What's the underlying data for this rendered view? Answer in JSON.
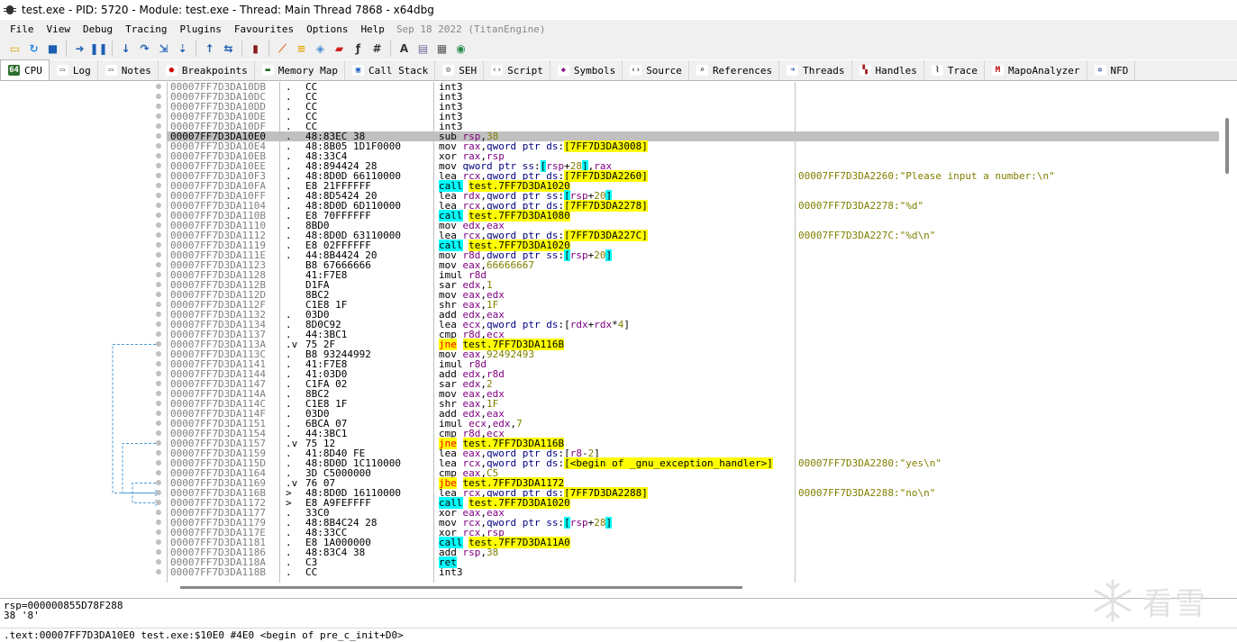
{
  "window": {
    "title": "test.exe - PID: 5720 - Module: test.exe - Thread: Main Thread 7868 - x64dbg"
  },
  "menu": {
    "items": [
      "File",
      "View",
      "Debug",
      "Tracing",
      "Plugins",
      "Favourites",
      "Options",
      "Help"
    ],
    "version": "Sep 18 2022 (TitanEngine)"
  },
  "toolbar": {
    "icons": [
      "open-icon",
      "restart-icon",
      "stop-icon",
      "run-icon",
      "pause-icon",
      "step-into-icon",
      "step-over-icon",
      "trace-into-icon",
      "trace-over-icon",
      "execute-till-return-icon",
      "run-to-user-code-icon",
      "scylla-icon",
      "patch-icon",
      "comment-icon",
      "label-icon",
      "bookmark-icon",
      "function-icon",
      "hash-icon",
      "font-icon",
      "module-icon",
      "calculator-icon",
      "web-icon"
    ]
  },
  "tabs": [
    {
      "label": "CPU",
      "icon": "cpu-icon"
    },
    {
      "label": "Log",
      "icon": "log-icon"
    },
    {
      "label": "Notes",
      "icon": "notes-icon"
    },
    {
      "label": "Breakpoints",
      "icon": "breakpoint-icon"
    },
    {
      "label": "Memory Map",
      "icon": "memory-map-icon"
    },
    {
      "label": "Call Stack",
      "icon": "call-stack-icon"
    },
    {
      "label": "SEH",
      "icon": "seh-icon"
    },
    {
      "label": "Script",
      "icon": "script-icon"
    },
    {
      "label": "Symbols",
      "icon": "symbols-icon"
    },
    {
      "label": "Source",
      "icon": "source-icon"
    },
    {
      "label": "References",
      "icon": "references-icon"
    },
    {
      "label": "Threads",
      "icon": "threads-icon"
    },
    {
      "label": "Handles",
      "icon": "handles-icon"
    },
    {
      "label": "Trace",
      "icon": "trace-icon"
    },
    {
      "label": "MapoAnalyzer",
      "icon": "mapo-icon"
    },
    {
      "label": "NFD",
      "icon": "nfd-icon"
    }
  ],
  "disasm": [
    {
      "a": "00007FF7D3DA10DB",
      "m": ".",
      "b": "CC",
      "i": "int3"
    },
    {
      "a": "00007FF7D3DA10DC",
      "m": ".",
      "b": "CC",
      "i": "int3"
    },
    {
      "a": "00007FF7D3DA10DD",
      "m": ".",
      "b": "CC",
      "i": "int3"
    },
    {
      "a": "00007FF7D3DA10DE",
      "m": ".",
      "b": "CC",
      "i": "int3"
    },
    {
      "a": "00007FF7D3DA10DF",
      "m": ".",
      "b": "CC",
      "i": "int3"
    },
    {
      "a": "00007FF7D3DA10E0",
      "m": ".",
      "b": "48:83EC 38",
      "i": "sub rsp,38",
      "sel": true
    },
    {
      "a": "00007FF7D3DA10E4",
      "m": ".",
      "b": "48:8B05 1D1F0000",
      "i": "mov rax,qword ptr ds:[7FF7D3DA3008]"
    },
    {
      "a": "00007FF7D3DA10EB",
      "m": ".",
      "b": "48:33C4",
      "i": "xor rax,rsp"
    },
    {
      "a": "00007FF7D3DA10EE",
      "m": ".",
      "b": "48:894424 28",
      "i": "mov qword ptr ss:[rsp+28],rax"
    },
    {
      "a": "00007FF7D3DA10F3",
      "m": ".",
      "b": "48:8D0D 66110000",
      "i": "lea rcx,qword ptr ds:[7FF7D3DA2260]",
      "c": "00007FF7D3DA2260:\"Please input a number:\\n\""
    },
    {
      "a": "00007FF7D3DA10FA",
      "m": ".",
      "b": "E8 21FFFFFF",
      "i": "call test.7FF7D3DA1020"
    },
    {
      "a": "00007FF7D3DA10FF",
      "m": ".",
      "b": "48:8D5424 20",
      "i": "lea rdx,qword ptr ss:[rsp+20]"
    },
    {
      "a": "00007FF7D3DA1104",
      "m": ".",
      "b": "48:8D0D 6D110000",
      "i": "lea rcx,qword ptr ds:[7FF7D3DA2278]",
      "c": "00007FF7D3DA2278:\"%d\""
    },
    {
      "a": "00007FF7D3DA110B",
      "m": ".",
      "b": "E8 70FFFFFF",
      "i": "call test.7FF7D3DA1080"
    },
    {
      "a": "00007FF7D3DA1110",
      "m": ".",
      "b": "8BD0",
      "i": "mov edx,eax"
    },
    {
      "a": "00007FF7D3DA1112",
      "m": ".",
      "b": "48:8D0D 63110000",
      "i": "lea rcx,qword ptr ds:[7FF7D3DA227C]",
      "c": "00007FF7D3DA227C:\"%d\\n\""
    },
    {
      "a": "00007FF7D3DA1119",
      "m": ".",
      "b": "E8 02FFFFFF",
      "i": "call test.7FF7D3DA1020"
    },
    {
      "a": "00007FF7D3DA111E",
      "m": ".",
      "b": "44:8B4424 20",
      "i": "mov r8d,dword ptr ss:[rsp+20]"
    },
    {
      "a": "00007FF7D3DA1123",
      "m": "",
      "b": "B8 67666666",
      "i": "mov eax,66666667"
    },
    {
      "a": "00007FF7D3DA1128",
      "m": "",
      "b": "41:F7E8",
      "i": "imul r8d"
    },
    {
      "a": "00007FF7D3DA112B",
      "m": "",
      "b": "D1FA",
      "i": "sar edx,1"
    },
    {
      "a": "00007FF7D3DA112D",
      "m": "",
      "b": "8BC2",
      "i": "mov eax,edx"
    },
    {
      "a": "00007FF7D3DA112F",
      "m": "",
      "b": "C1E8 1F",
      "i": "shr eax,1F"
    },
    {
      "a": "00007FF7D3DA1132",
      "m": ".",
      "b": "03D0",
      "i": "add edx,eax"
    },
    {
      "a": "00007FF7D3DA1134",
      "m": ".",
      "b": "8D0C92",
      "i": "lea ecx,qword ptr ds:[rdx+rdx*4]"
    },
    {
      "a": "00007FF7D3DA1137",
      "m": ".",
      "b": "44:3BC1",
      "i": "cmp r8d,ecx"
    },
    {
      "a": "00007FF7D3DA113A",
      "m": ".v",
      "b": "75 2F",
      "i": "jne test.7FF7D3DA116B"
    },
    {
      "a": "00007FF7D3DA113C",
      "m": ".",
      "b": "B8 93244992",
      "i": "mov eax,92492493"
    },
    {
      "a": "00007FF7D3DA1141",
      "m": ".",
      "b": "41:F7E8",
      "i": "imul r8d"
    },
    {
      "a": "00007FF7D3DA1144",
      "m": ".",
      "b": "41:03D0",
      "i": "add edx,r8d"
    },
    {
      "a": "00007FF7D3DA1147",
      "m": ".",
      "b": "C1FA 02",
      "i": "sar edx,2"
    },
    {
      "a": "00007FF7D3DA114A",
      "m": ".",
      "b": "8BC2",
      "i": "mov eax,edx"
    },
    {
      "a": "00007FF7D3DA114C",
      "m": ".",
      "b": "C1E8 1F",
      "i": "shr eax,1F"
    },
    {
      "a": "00007FF7D3DA114F",
      "m": ".",
      "b": "03D0",
      "i": "add edx,eax"
    },
    {
      "a": "00007FF7D3DA1151",
      "m": ".",
      "b": "6BCA 07",
      "i": "imul ecx,edx,7"
    },
    {
      "a": "00007FF7D3DA1154",
      "m": ".",
      "b": "44:3BC1",
      "i": "cmp r8d,ecx"
    },
    {
      "a": "00007FF7D3DA1157",
      "m": ".v",
      "b": "75 12",
      "i": "jne test.7FF7D3DA116B"
    },
    {
      "a": "00007FF7D3DA1159",
      "m": ".",
      "b": "41:8D40 FE",
      "i": "lea eax,qword ptr ds:[r8-2]"
    },
    {
      "a": "00007FF7D3DA115D",
      "m": ".",
      "b": "48:8D0D 1C110000",
      "i": "lea rcx,qword ptr ds:[<begin of _gnu_exception_handler>]",
      "c": "00007FF7D3DA2280:\"yes\\n\""
    },
    {
      "a": "00007FF7D3DA1164",
      "m": ".",
      "b": "3D C5000000",
      "i": "cmp eax,C5"
    },
    {
      "a": "00007FF7D3DA1169",
      "m": ".v",
      "b": "76 07",
      "i": "jbe test.7FF7D3DA1172"
    },
    {
      "a": "00007FF7D3DA116B",
      "m": ">",
      "b": "48:8D0D 16110000",
      "i": "lea rcx,qword ptr ds:[7FF7D3DA2288]",
      "c": "00007FF7D3DA2288:\"no\\n\""
    },
    {
      "a": "00007FF7D3DA1172",
      "m": ">",
      "b": "E8 A9FEFFFF",
      "i": "call test.7FF7D3DA1020"
    },
    {
      "a": "00007FF7D3DA1177",
      "m": ".",
      "b": "33C0",
      "i": "xor eax,eax"
    },
    {
      "a": "00007FF7D3DA1179",
      "m": ".",
      "b": "48:8B4C24 28",
      "i": "mov rcx,qword ptr ss:[rsp+28]"
    },
    {
      "a": "00007FF7D3DA117E",
      "m": ".",
      "b": "48:33CC",
      "i": "xor rcx,rsp"
    },
    {
      "a": "00007FF7D3DA1181",
      "m": ".",
      "b": "E8 1A000000",
      "i": "call test.7FF7D3DA11A0"
    },
    {
      "a": "00007FF7D3DA1186",
      "m": ".",
      "b": "48:83C4 38",
      "i": "add rsp,38"
    },
    {
      "a": "00007FF7D3DA118A",
      "m": ".",
      "b": "C3",
      "i": "ret"
    },
    {
      "a": "00007FF7D3DA118B",
      "m": ".",
      "b": "CC",
      "i": "int3"
    }
  ],
  "info": {
    "line1": "rsp=000000855D78F288",
    "line2": "38 '8'"
  },
  "status": {
    "text": ".text:00007FF7D3DA10E0 test.exe:$10E0 #4E0 <begin of pre_c_init+D0>"
  },
  "watermark": {
    "text": "看雪"
  }
}
